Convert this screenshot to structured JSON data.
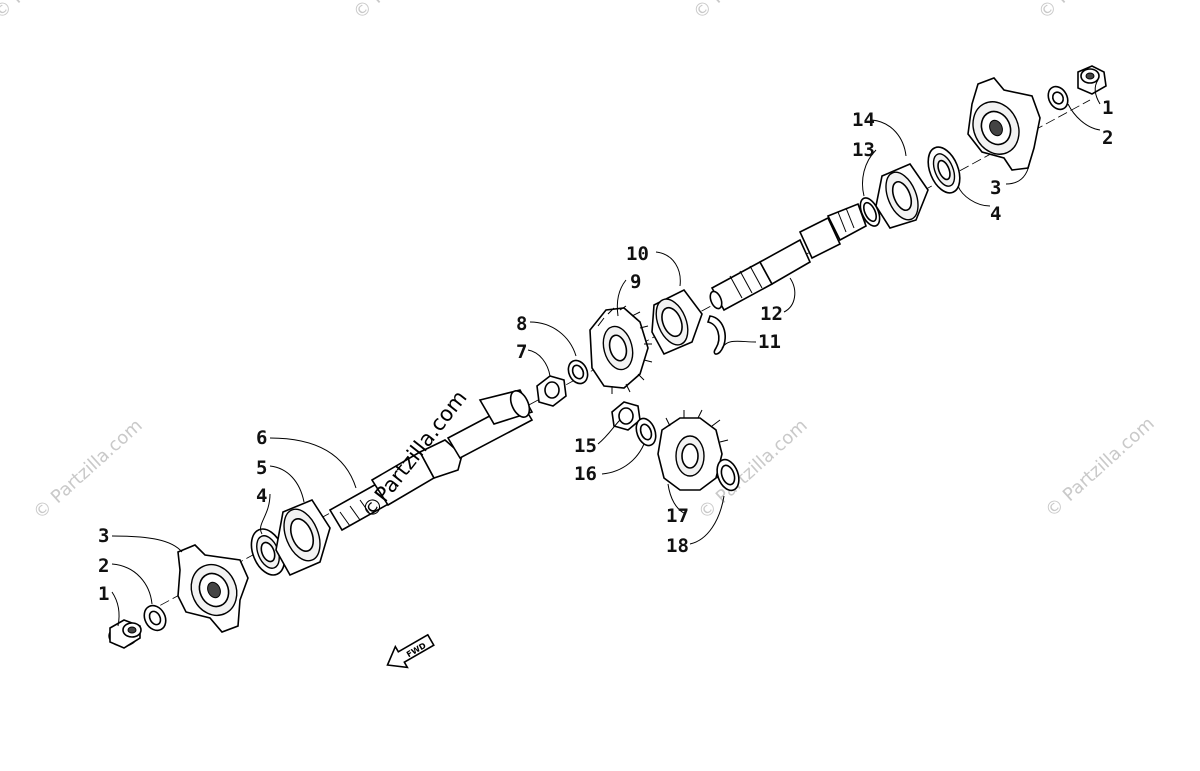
{
  "watermarks": {
    "center": "©Partzilla.com",
    "small": "© Partzilla.com"
  },
  "fwd_label": "FWD",
  "callouts": [
    {
      "id": "c1-right",
      "text": "1"
    },
    {
      "id": "c2-right",
      "text": "2"
    },
    {
      "id": "c3-right",
      "text": "3"
    },
    {
      "id": "c4-right",
      "text": "4"
    },
    {
      "id": "c13",
      "text": "13"
    },
    {
      "id": "c14",
      "text": "14"
    },
    {
      "id": "c12",
      "text": "12"
    },
    {
      "id": "c11",
      "text": "11"
    },
    {
      "id": "c10",
      "text": "10"
    },
    {
      "id": "c9",
      "text": "9"
    },
    {
      "id": "c8",
      "text": "8"
    },
    {
      "id": "c7",
      "text": "7"
    },
    {
      "id": "c15",
      "text": "15"
    },
    {
      "id": "c16",
      "text": "16"
    },
    {
      "id": "c17",
      "text": "17"
    },
    {
      "id": "c18",
      "text": "18"
    },
    {
      "id": "c6",
      "text": "6"
    },
    {
      "id": "c5",
      "text": "5"
    },
    {
      "id": "c4-left",
      "text": "4"
    },
    {
      "id": "c3-left",
      "text": "3"
    },
    {
      "id": "c2-left",
      "text": "2"
    },
    {
      "id": "c1-left",
      "text": "1"
    }
  ]
}
